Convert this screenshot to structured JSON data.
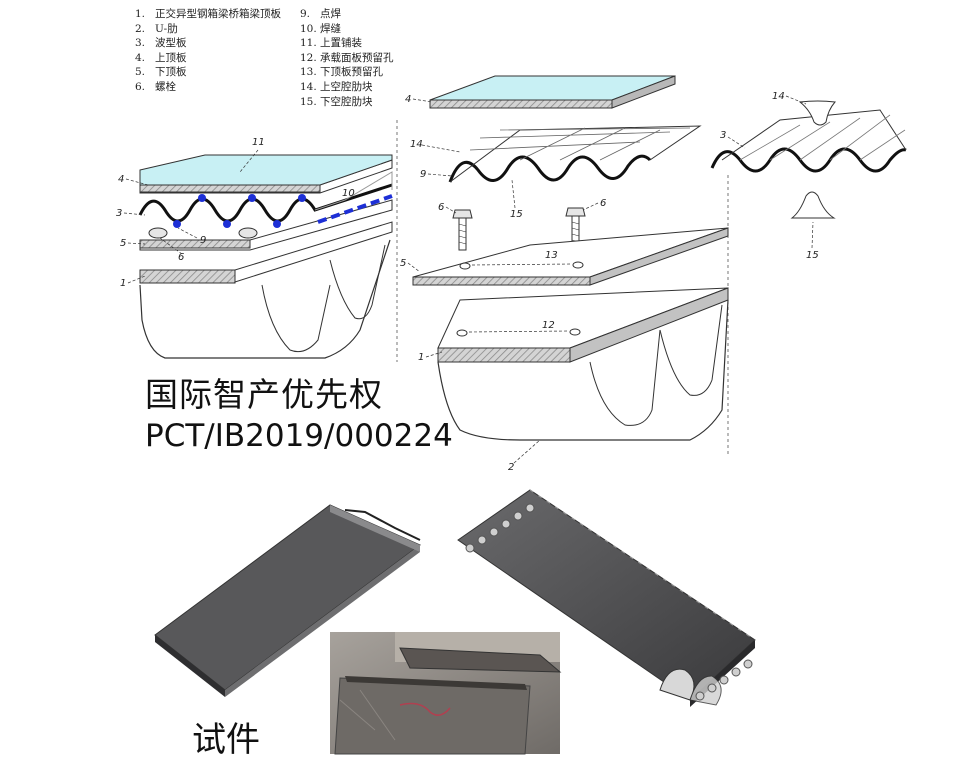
{
  "legend": {
    "left": [
      {
        "num": "1.",
        "text": "正交异型钢箱梁桥箱梁顶板"
      },
      {
        "num": "2.",
        "text": "U-肋"
      },
      {
        "num": "3.",
        "text": "波型板"
      },
      {
        "num": "4.",
        "text": "上顶板"
      },
      {
        "num": "5.",
        "text": "下顶板"
      },
      {
        "num": "6.",
        "text": "螺栓"
      }
    ],
    "right": [
      {
        "num": "9.",
        "text": "点焊"
      },
      {
        "num": "10.",
        "text": "焊缝"
      },
      {
        "num": "11.",
        "text": "上置铺装"
      },
      {
        "num": "12.",
        "text": "承载面板预留孔"
      },
      {
        "num": "13.",
        "text": "下顶板预留孔"
      },
      {
        "num": "14.",
        "text": "上空腔肋块"
      },
      {
        "num": "15.",
        "text": "下空腔肋块"
      }
    ]
  },
  "callouts": {
    "c1": "1",
    "c2": "2",
    "c3": "3",
    "c4": "4",
    "c5": "5",
    "c6": "6",
    "c9": "9",
    "c10": "10",
    "c11": "11",
    "c12": "12",
    "c13": "13",
    "c14": "14",
    "c15": "15"
  },
  "patent": {
    "title": "国际智产优先权",
    "number": "PCT/IB2019/000224"
  },
  "specimen": {
    "label": "试件"
  },
  "colors": {
    "deck_top": "#c8f0f4",
    "deck_side": "#8fd8df",
    "plate_gray": "#bfbfbf",
    "hatch": "#9a9a9a",
    "weld_blue": "#1d2fd6",
    "specimen_dark": "#4a4a4c",
    "specimen_edge": "#8a8a8a"
  }
}
